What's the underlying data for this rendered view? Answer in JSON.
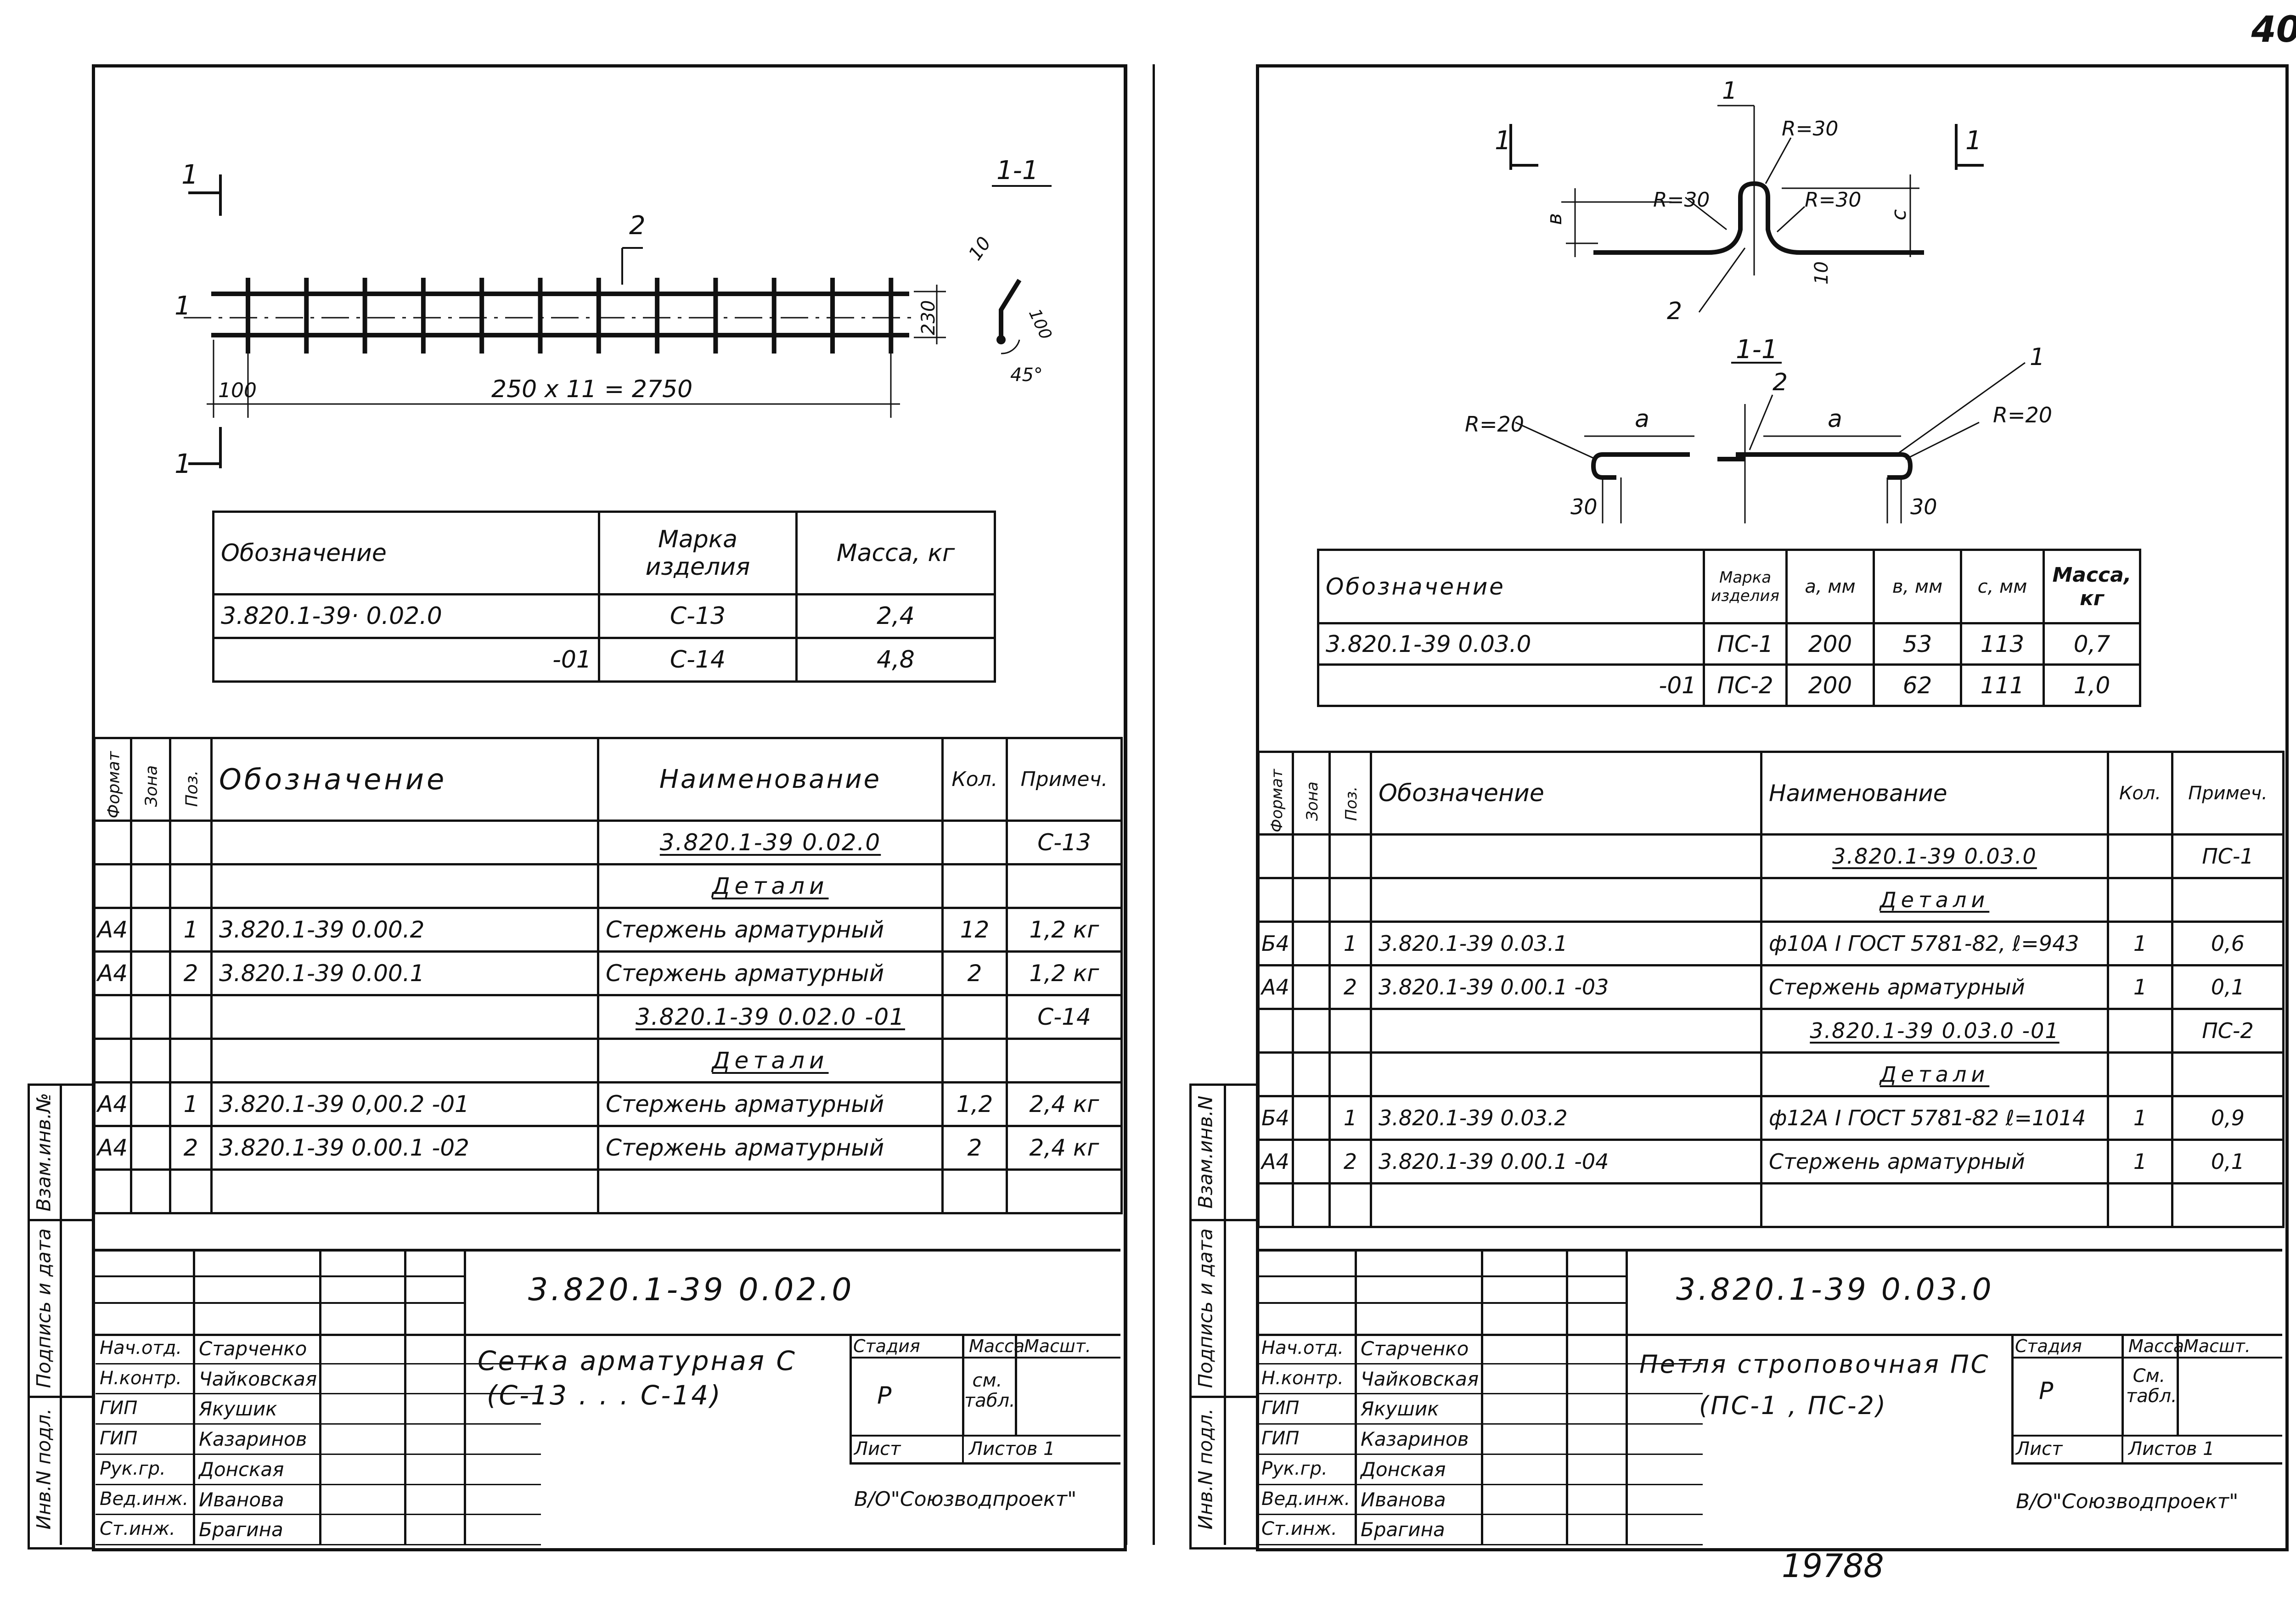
{
  "page_number": "40",
  "footer_number": "19788",
  "left": {
    "drawing": {
      "section_label": "1-1",
      "section_marker": "1",
      "pos_1": "1",
      "pos_2": "2",
      "dim_length": "250 x 11 = 2750",
      "dim_start": "100",
      "dim_height": "230",
      "dim_hook_1": "10",
      "dim_hook_2": "100",
      "dim_angle": "45°"
    },
    "mass_table": {
      "headers": [
        "Обозначение",
        "Марка изделия",
        "Масса, кг"
      ],
      "rows": [
        [
          "3.820.1-39· 0.02.0",
          "С-13",
          "2,4"
        ],
        [
          "-01",
          "С-14",
          "4,8"
        ]
      ]
    },
    "spec": {
      "headers": [
        "Формат",
        "Зона",
        "Поз.",
        "Обозначение",
        "Наименование",
        "Кол.",
        "Примеч."
      ],
      "rows": [
        [
          "",
          "",
          "",
          "",
          "3.820.1-39 0.02.0",
          "",
          "С-13"
        ],
        [
          "",
          "",
          "",
          "",
          "Детали",
          "",
          ""
        ],
        [
          "А4",
          "",
          "1",
          "3.820.1-39 0.00.2",
          "Стержень арматурный",
          "12",
          "1,2 кг"
        ],
        [
          "А4",
          "",
          "2",
          "3.820.1-39 0.00.1",
          "Стержень арматурный",
          "2",
          "1,2 кг"
        ],
        [
          "",
          "",
          "",
          "",
          "3.820.1-39 0.02.0 -01",
          "",
          "С-14"
        ],
        [
          "",
          "",
          "",
          "",
          "Детали",
          "",
          ""
        ],
        [
          "А4",
          "",
          "1",
          "3.820.1-39 0,00.2 -01",
          "Стержень арматурный",
          "1,2",
          "2,4 кг"
        ],
        [
          "А4",
          "",
          "2",
          "3.820.1-39 0.00.1 -02",
          "Стержень арматурный",
          "2",
          "2,4 кг"
        ]
      ]
    },
    "side_labels": [
      "Инв.N подл.",
      "Подпись и дата",
      "Взам.инв.№"
    ],
    "title_block": {
      "doc_code": "3.820.1-39 0.02.0",
      "name": "Сетка арматурная С",
      "name2": "(С-13 . . . С-14)",
      "stage_label": "Стадия",
      "mass_label": "Масса",
      "scale_label": "Масшт.",
      "stage": "Р",
      "mass": "см. табл.",
      "sheet_label": "Лист",
      "sheets_label": "Листов 1",
      "org": "В/О\"Союзводпроект\"",
      "people": [
        [
          "Нач.отд.",
          "Старченко"
        ],
        [
          "Н.контр.",
          "Чайковская"
        ],
        [
          "ГИП",
          "Якушик"
        ],
        [
          "ГИП",
          "Казаринов"
        ],
        [
          "Рук.гр.",
          "Донская"
        ],
        [
          "Вед.инж.",
          "Иванова"
        ],
        [
          "Ст.инж.",
          "Брагина"
        ]
      ]
    }
  },
  "right": {
    "drawing": {
      "section_label": "1-1",
      "section_marker": "1",
      "pos_1": "1",
      "pos_2": "2",
      "r30": "R=30",
      "r20": "R=20",
      "dim_b": "в",
      "dim_c": "с",
      "dim_10": "10",
      "dim_a": "а",
      "dim_30": "30"
    },
    "mass_table": {
      "headers": [
        "Обозначение",
        "Марка изделия",
        "а, мм",
        "в, мм",
        "с, мм",
        "Масса, кг"
      ],
      "rows": [
        [
          "3.820.1-39 0.03.0",
          "ПС-1",
          "200",
          "53",
          "113",
          "0,7"
        ],
        [
          "-01",
          "ПС-2",
          "200",
          "62",
          "111",
          "1,0"
        ]
      ]
    },
    "spec": {
      "headers": [
        "Формат",
        "Зона",
        "Поз.",
        "Обозначение",
        "Наименование",
        "Кол.",
        "Примеч."
      ],
      "rows": [
        [
          "",
          "",
          "",
          "",
          "3.820.1-39 0.03.0",
          "",
          "ПС-1"
        ],
        [
          "",
          "",
          "",
          "",
          "Детали",
          "",
          ""
        ],
        [
          "Б4",
          "",
          "1",
          "3.820.1-39 0.03.1",
          "ф10А I ГОСТ 5781-82, ℓ=943",
          "1",
          "0,6"
        ],
        [
          "А4",
          "",
          "2",
          "3.820.1-39 0.00.1 -03",
          "Стержень арматурный",
          "1",
          "0,1"
        ],
        [
          "",
          "",
          "",
          "",
          "3.820.1-39 0.03.0 -01",
          "",
          "ПС-2"
        ],
        [
          "",
          "",
          "",
          "",
          "Детали",
          "",
          ""
        ],
        [
          "Б4",
          "",
          "1",
          "3.820.1-39 0.03.2",
          "ф12А I ГОСТ 5781-82 ℓ=1014",
          "1",
          "0,9"
        ],
        [
          "А4",
          "",
          "2",
          "3.820.1-39 0.00.1 -04",
          "Стержень арматурный",
          "1",
          "0,1"
        ]
      ]
    },
    "side_labels": [
      "Инв.N подл.",
      "Подпись и дата",
      "Взам.инв.N"
    ],
    "title_block": {
      "doc_code": "3.820.1-39 0.03.0",
      "name": "Петля строповочная ПС",
      "name2": "(ПС-1 , ПС-2)",
      "stage_label": "Стадия",
      "mass_label": "Масса",
      "scale_label": "Масшт.",
      "stage": "Р",
      "mass": "См. табл.",
      "sheet_label": "Лист",
      "sheets_label": "Листов 1",
      "org": "В/О\"Союзводпроект\"",
      "people": [
        [
          "Нач.отд.",
          "Старченко"
        ],
        [
          "Н.контр.",
          "Чайковская"
        ],
        [
          "ГИП",
          "Якушик"
        ],
        [
          "ГИП",
          "Казаринов"
        ],
        [
          "Рук.гр.",
          "Донская"
        ],
        [
          "Вед.инж.",
          "Иванова"
        ],
        [
          "Ст.инж.",
          "Брагина"
        ]
      ]
    }
  }
}
